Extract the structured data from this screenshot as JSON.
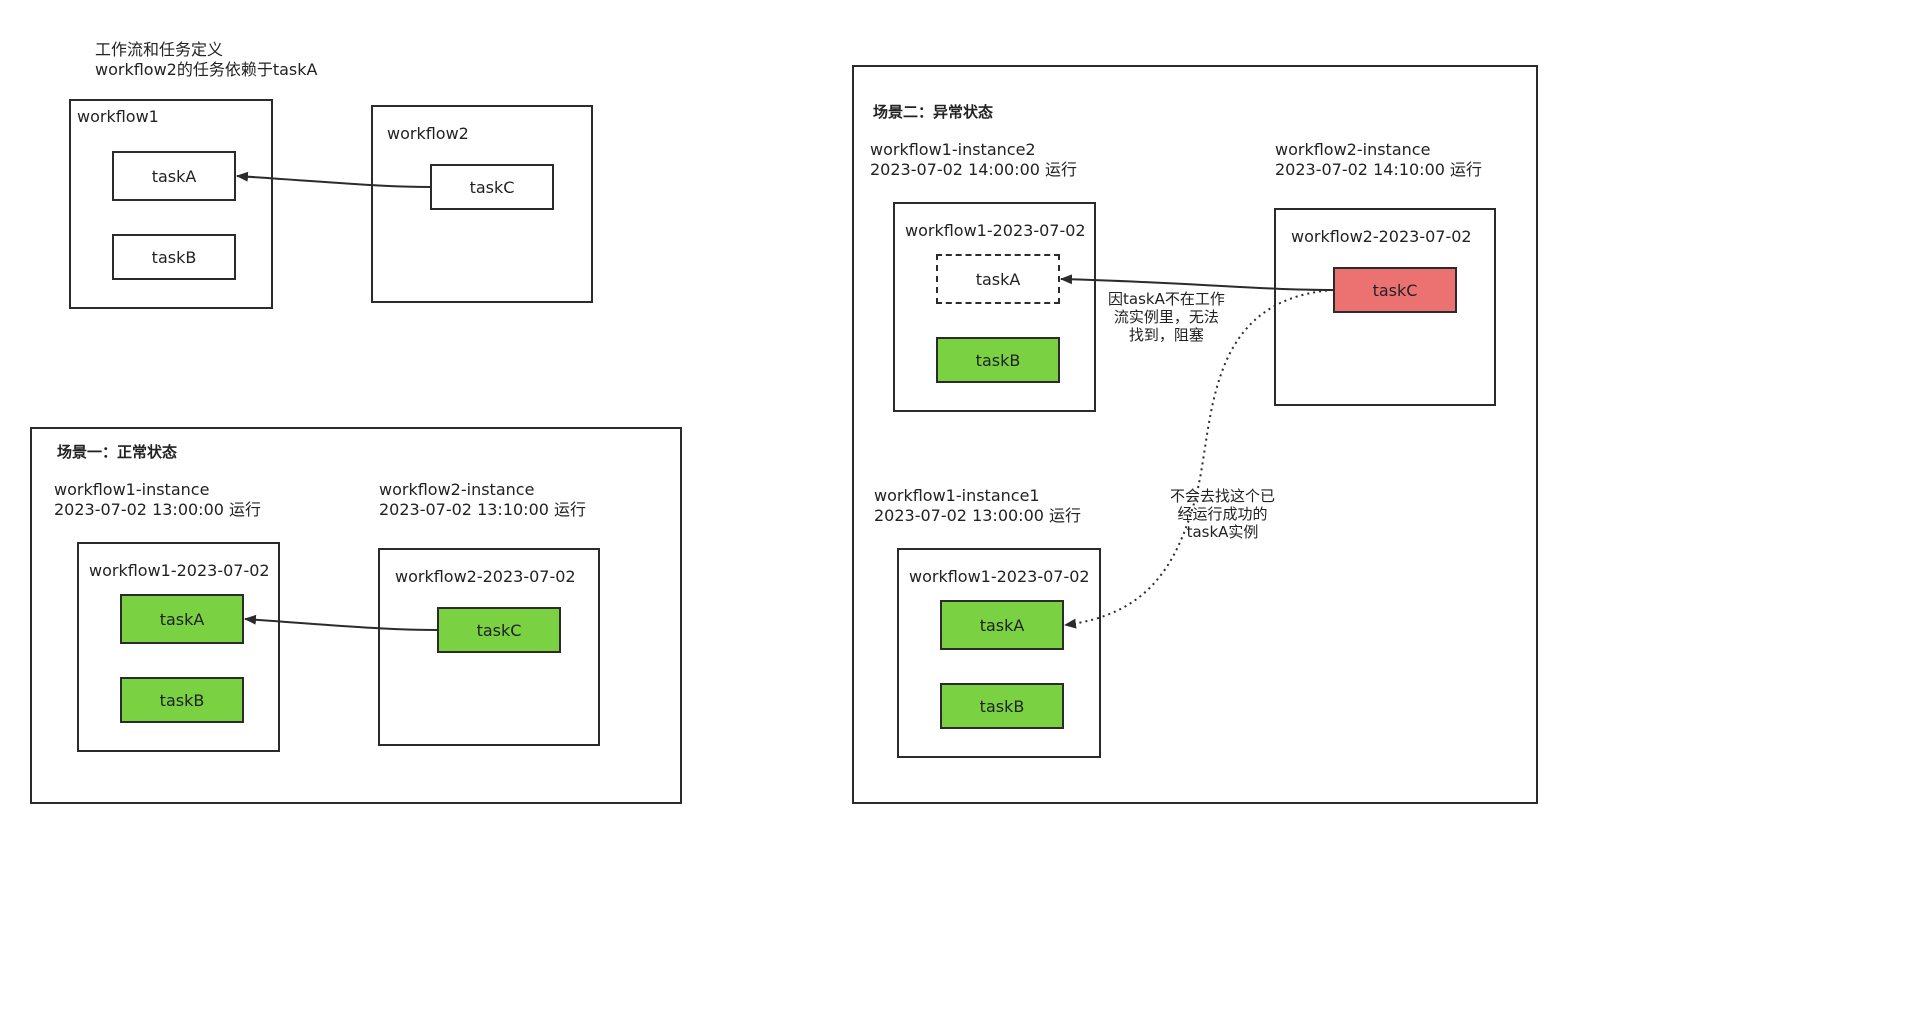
{
  "top": {
    "title_line1": "工作流和任务定义",
    "title_line2": "workflow2的任务依赖于taskA",
    "workflow1": {
      "label": "workflow1",
      "taskA": "taskA",
      "taskB": "taskB"
    },
    "workflow2": {
      "label": "workflow2",
      "taskC": "taskC"
    }
  },
  "scene1": {
    "title": "场景一：正常状态",
    "left_instance": {
      "name": "workflow1-instance",
      "time": "2023-07-02 13:00:00 运行",
      "box_label": "workflow1-2023-07-02",
      "taskA": "taskA",
      "taskB": "taskB"
    },
    "right_instance": {
      "name": "workflow2-instance",
      "time": "2023-07-02 13:10:00 运行",
      "box_label": "workflow2-2023-07-02",
      "taskC": "taskC"
    }
  },
  "scene2": {
    "title": "场景二：异常状态",
    "instance2": {
      "name": "workflow1-instance2",
      "time": "2023-07-02 14:00:00 运行",
      "box_label": "workflow1-2023-07-02",
      "taskA": "taskA",
      "taskB": "taskB"
    },
    "wf2_instance": {
      "name": "workflow2-instance",
      "time": "2023-07-02 14:10:00 运行",
      "box_label": "workflow2-2023-07-02",
      "taskC": "taskC"
    },
    "instance1": {
      "name": "workflow1-instance1",
      "time": "2023-07-02 13:00:00 运行",
      "box_label": "workflow1-2023-07-02",
      "taskA": "taskA",
      "taskB": "taskB"
    },
    "note_blocked": [
      "因taskA不在工作",
      "流实例里，无法",
      "找到，阻塞"
    ],
    "note_skip": [
      "不会去找这个已",
      "经运行成功的",
      "taskA实例"
    ]
  },
  "colors": {
    "success": "#7ad142",
    "failed": "#ec7272",
    "border": "#2b2b2b"
  }
}
